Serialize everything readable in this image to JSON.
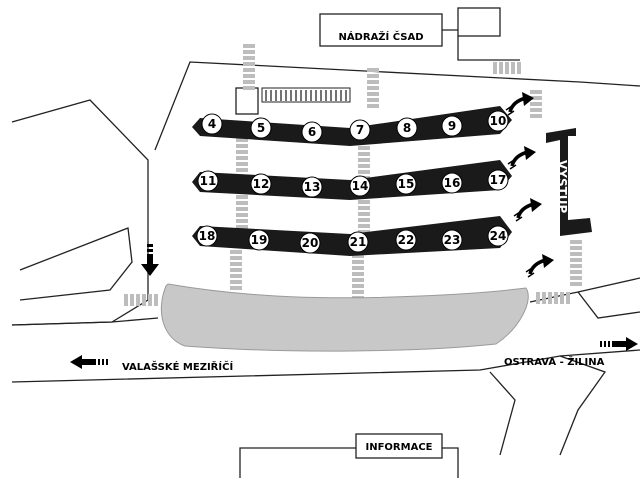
{
  "labels": {
    "station": "NÁDRAŽÍ ČSAD",
    "info": "INFORMACE",
    "exit": "VÝSTUP",
    "west": "VALAŠSKÉ MEZIŘÍČÍ",
    "east": "OSTRAVA - ŽILINA"
  },
  "colors": {
    "platform": "#1a1a1a",
    "parking": "#c8c8c8",
    "crosswalk": "#bdbdbd",
    "line": "#222222"
  },
  "icons": {
    "bus-direction": "curved-arrow-icon",
    "direction": "dashed-arrow-icon"
  },
  "rows": [
    {
      "stands": [
        "4",
        "5",
        "6",
        "7",
        "8",
        "9",
        "10"
      ]
    },
    {
      "stands": [
        "11",
        "12",
        "13",
        "14",
        "15",
        "16",
        "17"
      ]
    },
    {
      "stands": [
        "18",
        "19",
        "20",
        "21",
        "22",
        "23",
        "24"
      ]
    }
  ]
}
